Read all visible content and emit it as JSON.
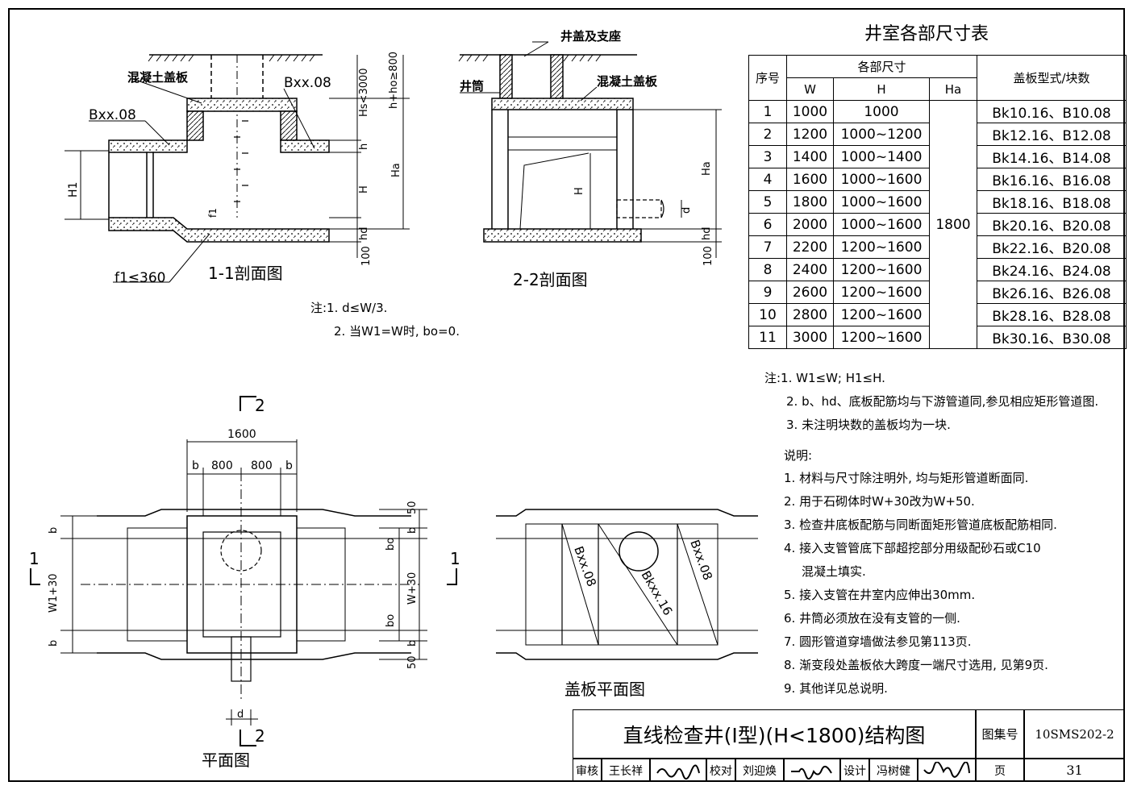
{
  "sections": {
    "s11_title": "1-1剖面图",
    "s22_title": "2-2剖面图",
    "plan_title": "平面图",
    "cover_title": "盖板平面图",
    "labels": {
      "concrete_cover_1": "混凝土盖板",
      "concrete_cover_2": "混凝土盖板",
      "bxx08_a": "Bxx.08",
      "bxx08_b": "Bxx.08",
      "f1": "f1≤360",
      "f1_small": "f1",
      "well_cover_seat": "井盖及支座",
      "well_shaft": "井筒",
      "H1": "H1",
      "h": "h",
      "H": "H",
      "hd": "hd",
      "d100": "100",
      "Ha": "Ha",
      "Hs": "Hs<3000",
      "ho": "h+ho≥800",
      "d": "d"
    }
  },
  "notes_left": [
    "注:1. d≤W/3.",
    "2. 当W1=W时, bo=0."
  ],
  "plan": {
    "marker_2_top": "2",
    "marker_2_bottom": "2",
    "marker_1_left": "1",
    "marker_1_right": "1",
    "dim_1600": "1600",
    "dim_b_left": "b",
    "dim_800_a": "800",
    "dim_800_b": "800",
    "dim_b_right": "b",
    "dim_W1_30": "W1+30",
    "dim_b_l1": "b",
    "dim_b_l2": "b",
    "dim_50_top": "50",
    "dim_b_r1": "b",
    "dim_bo_top": "bo",
    "dim_W30": "W+30",
    "dim_bo_bottom": "bo",
    "dim_b_r2": "b",
    "dim_50_bottom": "50",
    "dim_d": "d"
  },
  "cover_plan": {
    "label_a": "Bxx.08",
    "label_b": "Bkxx.16",
    "label_c": "Bxx.08"
  },
  "table": {
    "title": "井室各部尺寸表",
    "header_no": "序号",
    "header_dims": "各部尺寸",
    "header_W": "W",
    "header_H": "H",
    "header_Ha": "Ha",
    "header_cover": "盖板型式/块数",
    "Ha_value": "1800",
    "rows": [
      {
        "no": "1",
        "W": "1000",
        "H": "1000",
        "cover": "Bk10.16、B10.08"
      },
      {
        "no": "2",
        "W": "1200",
        "H": "1000~1200",
        "cover": "Bk12.16、B12.08"
      },
      {
        "no": "3",
        "W": "1400",
        "H": "1000~1400",
        "cover": "Bk14.16、B14.08"
      },
      {
        "no": "4",
        "W": "1600",
        "H": "1000~1600",
        "cover": "Bk16.16、B16.08"
      },
      {
        "no": "5",
        "W": "1800",
        "H": "1000~1600",
        "cover": "Bk18.16、B18.08"
      },
      {
        "no": "6",
        "W": "2000",
        "H": "1000~1600",
        "cover": "Bk20.16、B20.08"
      },
      {
        "no": "7",
        "W": "2200",
        "H": "1200~1600",
        "cover": "Bk22.16、B20.08"
      },
      {
        "no": "8",
        "W": "2400",
        "H": "1200~1600",
        "cover": "Bk24.16、B24.08"
      },
      {
        "no": "9",
        "W": "2600",
        "H": "1200~1600",
        "cover": "Bk26.16、B26.08"
      },
      {
        "no": "10",
        "W": "2800",
        "H": "1200~1600",
        "cover": "Bk28.16、B28.08"
      },
      {
        "no": "11",
        "W": "3000",
        "H": "1200~1600",
        "cover": "Bk30.16、B30.08"
      }
    ]
  },
  "notes_table": [
    "注:1. W1≤W; H1≤H.",
    "2. b、hd、底板配筋均与下游管道同,参见相应矩形管道图.",
    "3. 未注明块数的盖板均为一块."
  ],
  "explanation_title": "说明:",
  "explanation": [
    "1. 材料与尺寸除注明外, 均与矩形管道断面同.",
    "2. 用于石砌体时W+30改为W+50.",
    "3. 检查井底板配筋与同断面矩形管道底板配筋相同.",
    "4. 接入支管管底下部超挖部分用级配砂石或C10",
    "混凝土填实.",
    "5. 接入支管在井室内应伸出30mm.",
    "6. 井筒必须放在没有支管的一侧.",
    "7. 圆形管道穿墙做法参见第113页.",
    "8. 渐变段处盖板依大跨度一端尺寸选用, 见第9页.",
    "9. 其他详见总说明."
  ],
  "title_block": {
    "title": "直线检查井(Ⅰ型)(H<1800)结构图",
    "atlas_label": "图集号",
    "atlas_no": "10SMS202-2",
    "review_label": "审核",
    "reviewer": "王长祥",
    "check_label": "校对",
    "checker": "刘迎焕",
    "design_label": "设计",
    "designer": "冯树健",
    "page_label": "页",
    "page_no": "31"
  }
}
